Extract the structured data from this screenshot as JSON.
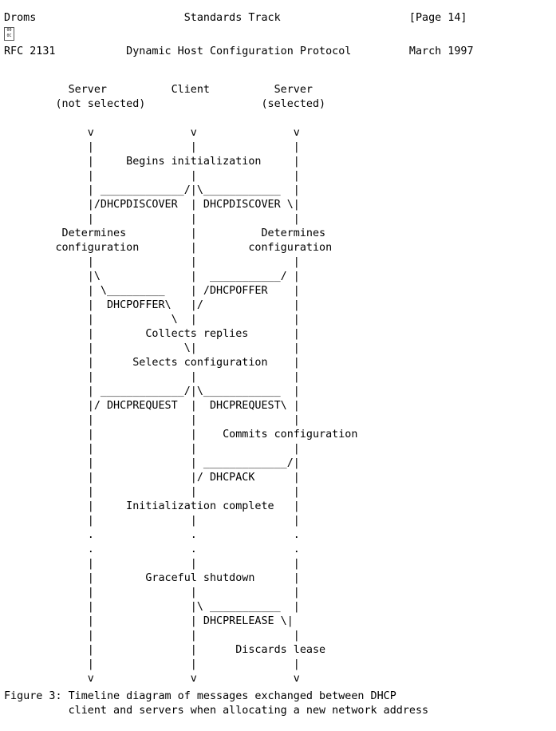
{
  "document": {
    "rfc_number": "RFC 2131",
    "title": "Dynamic Host Configuration Protocol",
    "date": "March 1997",
    "author": "Droms",
    "status": "Standards Track",
    "page_marker": "[Page 14]",
    "page_number": 14,
    "control_char": {
      "name": "form-feed",
      "hex_top": "00",
      "hex_bottom": "0C"
    }
  },
  "header_line": "Droms                       Standards Track                    [Page 14]",
  "subheader_line": "RFC 2131           Dynamic Host Configuration Protocol         March 1997",
  "figure": {
    "number": "Figure 3",
    "caption_line_1": "Figure 3: Timeline diagram of messages exchanged between DHCP",
    "caption_line_2": "          client and servers when allocating a new network address",
    "caption_full": "Figure 3: Timeline diagram of messages exchanged between DHCP client and servers when allocating a new network address",
    "columns": [
      {
        "id": "server-not-selected",
        "line1": "Server",
        "line2": "(not selected)"
      },
      {
        "id": "client",
        "line1": "Client",
        "line2": ""
      },
      {
        "id": "server-selected",
        "line1": "Server",
        "line2": "(selected)"
      }
    ],
    "events": [
      {
        "id": "begins-initialization",
        "label": "Begins initialization",
        "actor": "client"
      },
      {
        "id": "dhcpdiscover-left",
        "label": "DHCPDISCOVER",
        "actor": "client-to-server-not-selected"
      },
      {
        "id": "dhcpdiscover-right",
        "label": "DHCPDISCOVER",
        "actor": "client-to-server-selected"
      },
      {
        "id": "determines-configuration-left",
        "label": "Determines configuration",
        "actor": "server-not-selected"
      },
      {
        "id": "determines-configuration-right",
        "label": "Determines configuration",
        "actor": "server-selected"
      },
      {
        "id": "dhcpoffer-left",
        "label": "DHCPOFFER",
        "actor": "server-not-selected-to-client"
      },
      {
        "id": "dhcpoffer-right",
        "label": "DHCPOFFER",
        "actor": "server-selected-to-client"
      },
      {
        "id": "collects-replies",
        "label": "Collects replies",
        "actor": "client"
      },
      {
        "id": "selects-configuration",
        "label": "Selects configuration",
        "actor": "client"
      },
      {
        "id": "dhcprequest-left",
        "label": "DHCPREQUEST",
        "actor": "client-to-server-not-selected"
      },
      {
        "id": "dhcprequest-right",
        "label": "DHCPREQUEST",
        "actor": "client-to-server-selected"
      },
      {
        "id": "commits-configuration",
        "label": "Commits configuration",
        "actor": "server-selected"
      },
      {
        "id": "dhcpack",
        "label": "DHCPACK",
        "actor": "server-selected-to-client"
      },
      {
        "id": "initialization-complete",
        "label": "Initialization complete",
        "actor": "client"
      },
      {
        "id": "graceful-shutdown",
        "label": "Graceful shutdown",
        "actor": "client"
      },
      {
        "id": "dhcprelease",
        "label": "DHCPRELEASE",
        "actor": "client-to-server-selected"
      },
      {
        "id": "discards-lease",
        "label": "Discards lease",
        "actor": "server-selected"
      }
    ],
    "ascii_art": "          Server          Client          Server\n        (not selected)                  (selected)\n\n             v               v               v\n             |               |               |\n             |     Begins initialization     |\n             |               |               |\n             | _____________/|\\____________  |\n             |/DHCPDISCOVER  | DHCPDISCOVER \\|\n             |               |               |\n         Determines          |          Determines\n        configuration        |        configuration\n             |               |               |\n             |\\              |  ___________/ |\n             | \\_________    | /DHCPOFFER    |\n             |  DHCPOFFER\\   |/              |\n             |            \\  |               |\n             |        Collects replies       |\n             |              \\|               |\n             |      Selects configuration    |\n             |               |               |\n             | _____________/|\\____________  |\n             |/ DHCPREQUEST  |  DHCPREQUEST\\ |\n             |               |               |\n             |               |    Commits configuration\n             |               |               |\n             |               | _____________/|\n             |               |/ DHCPACK      |\n             |               |               |\n             |     Initialization complete   |\n             |               |               |\n             .               .               .\n             .               .               .\n             |               |               |\n             |        Graceful shutdown      |\n             |               |               |\n             |               |\\ ___________  |\n             |               | DHCPRELEASE \\|\n             |               |               |\n             |               |      Discards lease\n             |               |               |\n             v               v               v"
  },
  "colors": {
    "background": "#ffffff",
    "text": "#000000",
    "control_glyph_border": "#555555"
  }
}
